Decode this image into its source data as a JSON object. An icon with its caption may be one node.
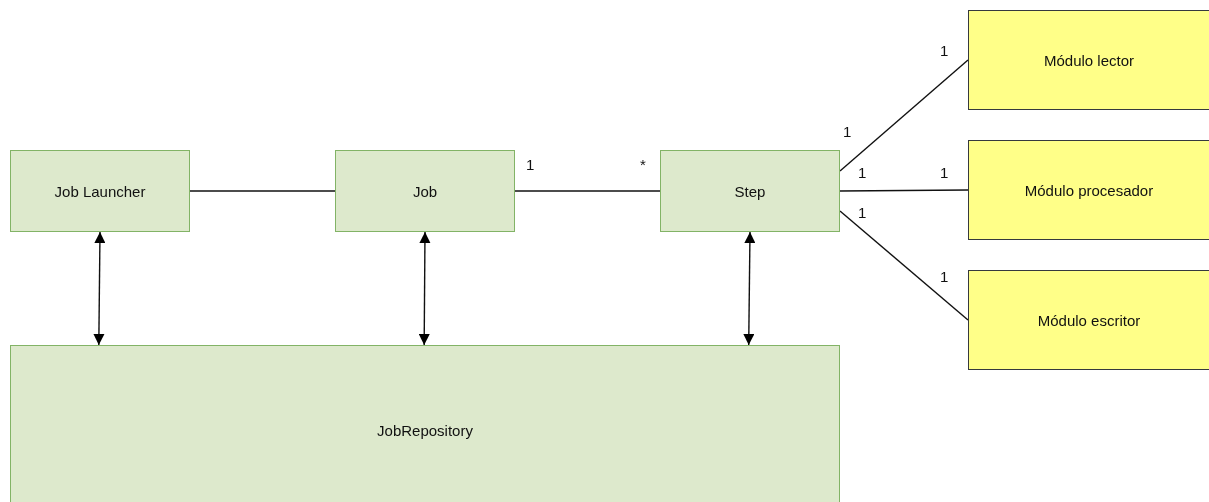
{
  "diagram": {
    "nodes": [
      {
        "text": [
          "Job Launcher"
        ]
      },
      {
        "text": [
          "Job"
        ]
      },
      {
        "text": [
          "Step"
        ]
      },
      {
        "text": [
          "Módulo lector"
        ]
      },
      {
        "text": [
          "Módulo procesador"
        ]
      },
      {
        "text": [
          "Módulo escritor"
        ]
      },
      {
        "text": [
          "JobRepository"
        ]
      }
    ],
    "edges": [
      {
        "from": 0,
        "to": 1,
        "arrow": "none"
      },
      {
        "from": 1,
        "to": 2,
        "arrow": "none"
      },
      {
        "from": 2,
        "to": 3,
        "arrow": "none"
      },
      {
        "from": 2,
        "to": 4,
        "arrow": "none"
      },
      {
        "from": 2,
        "to": 5,
        "arrow": "none"
      },
      {
        "from": 0,
        "to": 6,
        "arrow": "both"
      },
      {
        "from": 1,
        "to": 6,
        "arrow": "both"
      },
      {
        "from": 2,
        "to": 6,
        "arrow": "both"
      }
    ],
    "labels": [
      "1",
      "1",
      "1",
      "*",
      "1",
      "1",
      "1",
      "1"
    ]
  }
}
